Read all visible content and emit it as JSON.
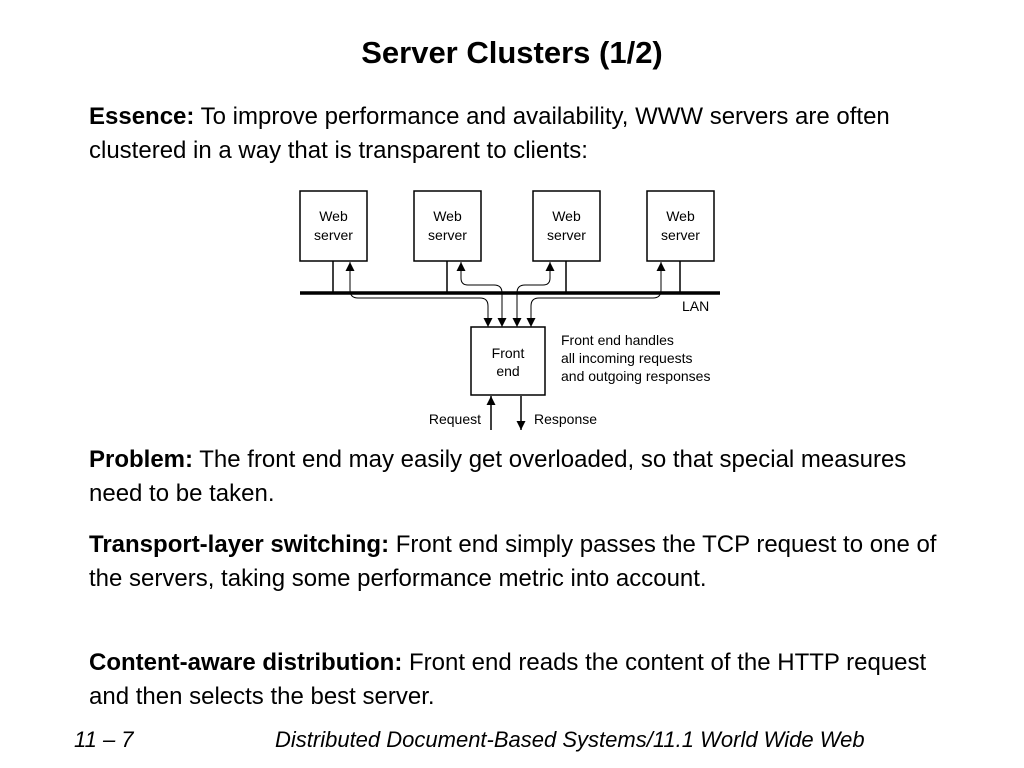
{
  "slide": {
    "title": "Server Clusters (1/2)",
    "paragraphs": [
      {
        "label": "Essence:",
        "text": " To improve performance and availability, WWW servers are often clustered in a way that is transparent to clients:"
      },
      {
        "label": "Problem:",
        "text": " The front end may easily get overloaded, so that special measures need to be taken."
      },
      {
        "label": "Transport-layer switching:",
        "text": " Front end simply passes the TCP request to one of the servers, taking some performance metric into account."
      },
      {
        "label": "Content-aware distribution:",
        "text": " Front end reads the content of the HTTP request and then selects the best server."
      }
    ]
  },
  "diagram": {
    "servers": [
      {
        "line1": "Web",
        "line2": "server"
      },
      {
        "line1": "Web",
        "line2": "server"
      },
      {
        "line1": "Web",
        "line2": "server"
      },
      {
        "line1": "Web",
        "line2": "server"
      }
    ],
    "lan_label": "LAN",
    "front_end": {
      "line1": "Front",
      "line2": "end"
    },
    "note": [
      "Front end handles",
      "all incoming requests",
      "and outgoing responses"
    ],
    "request_label": "Request",
    "response_label": "Response"
  },
  "footer": {
    "left": "11 – 7",
    "right": "Distributed Document-Based Systems/11.1 World Wide Web"
  }
}
